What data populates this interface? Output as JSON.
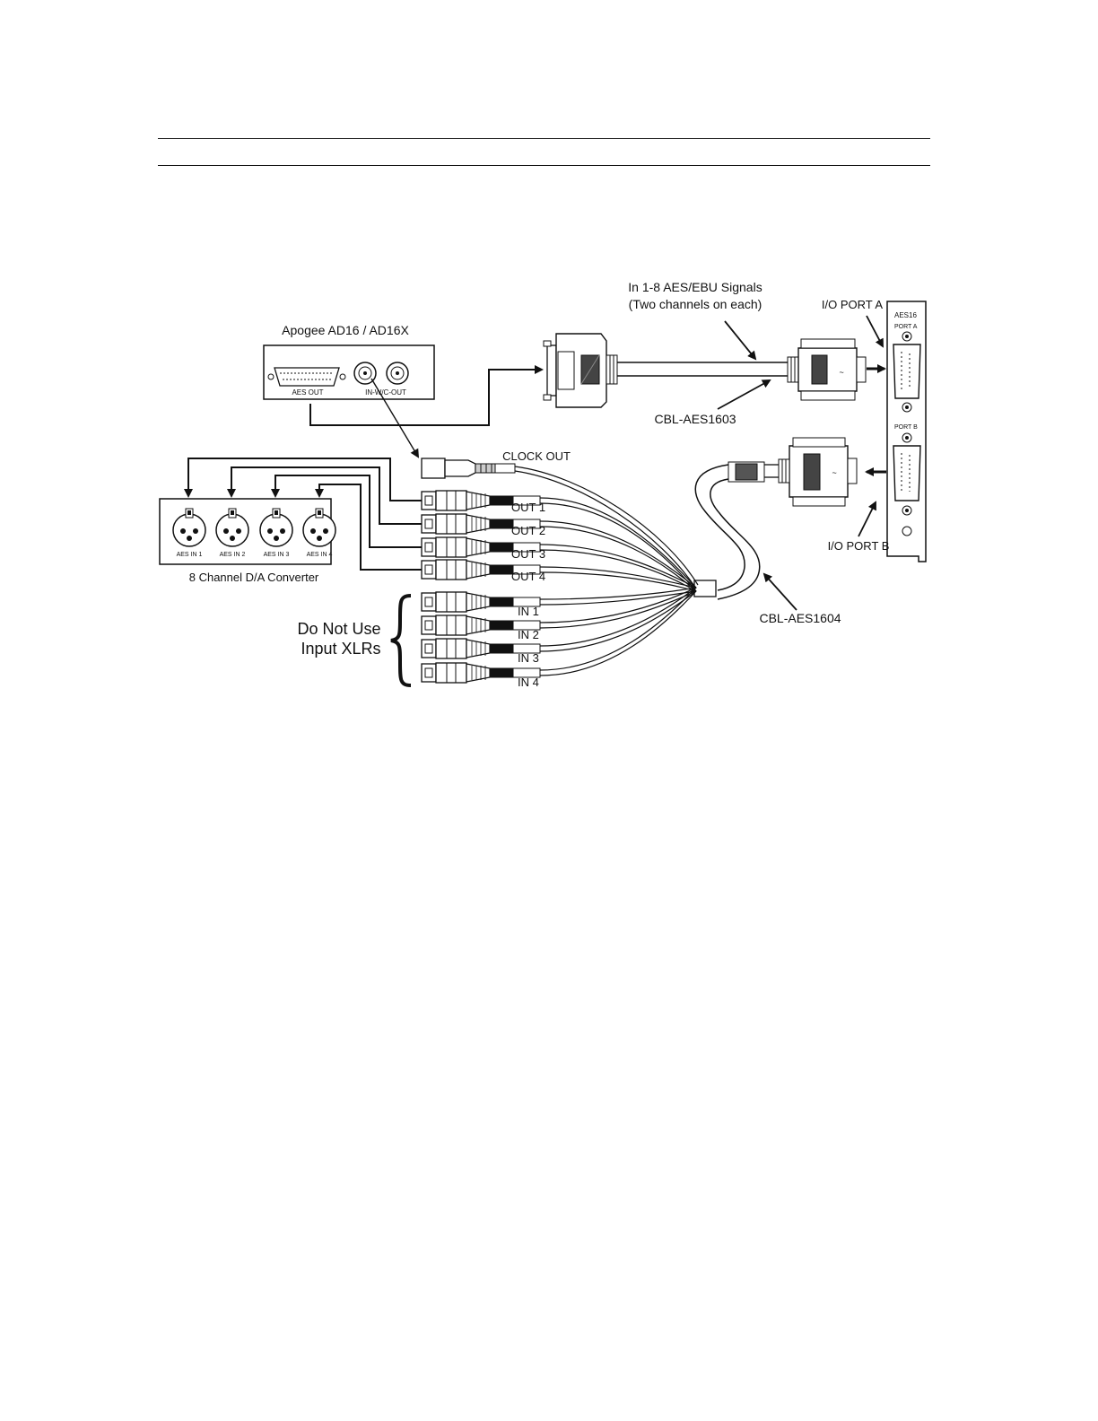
{
  "source": {
    "title": "Apogee AD16 / AD16X",
    "aes_out_label": "AES OUT",
    "wc_label": "IN-W/C-OUT"
  },
  "cable_a": {
    "signal_line1": "In 1-8 AES/EBU Signals",
    "signal_line2": "(Two channels on each)",
    "name": "CBL-AES1603"
  },
  "card": {
    "title": "AES16",
    "port_a_small": "PORT A",
    "port_b_small": "PORT B",
    "port_a_label": "I/O PORT A",
    "port_b_label": "I/O PORT B"
  },
  "breakout": {
    "clock_out": "CLOCK OUT",
    "outputs": [
      "OUT 1",
      "OUT 2",
      "OUT 3",
      "OUT 4"
    ],
    "inputs": [
      "IN 1",
      "IN 2",
      "IN 3",
      "IN 4"
    ],
    "name": "CBL-AES1604"
  },
  "converter": {
    "title": "8 Channel D/A Converter",
    "inputs": [
      "AES IN 1",
      "AES IN 2",
      "AES IN 3",
      "AES IN 4"
    ]
  },
  "note": {
    "line1": "Do Not Use",
    "line2": "Input XLRs"
  }
}
